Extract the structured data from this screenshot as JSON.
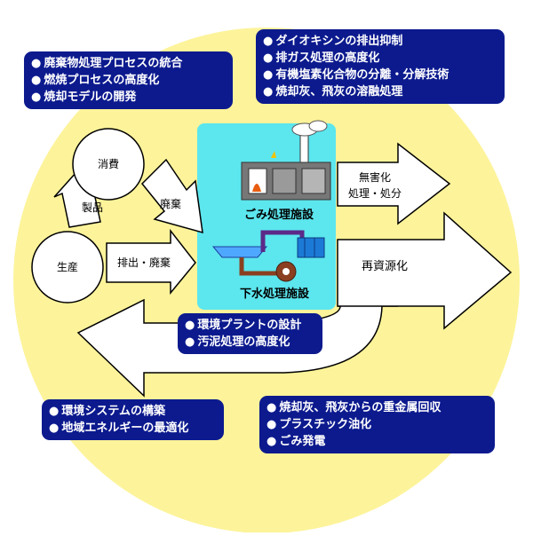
{
  "nodes": {
    "consumption": "消費",
    "production": "生産",
    "waste_facility": "ごみ処理施設",
    "sewage_facility": "下水処理施設"
  },
  "arrows": {
    "products": "製品",
    "disposal": "廃棄",
    "discharge": "排出・廃棄",
    "detox_line1": "無害化",
    "detox_line2": "処理・処分",
    "recycle": "再資源化"
  },
  "boxes": {
    "top_left": [
      "廃棄物処理プロセスの統合",
      "燃焼プロセスの高度化",
      "焼却モデルの開発"
    ],
    "top_right": [
      "ダイオキシンの排出抑制",
      "排ガス処理の高度化",
      "有機塩素化合物の分離・分解技術",
      "焼却灰、飛灰の溶融処理"
    ],
    "center": [
      "環境プラントの設計",
      "汚泥処理の高度化"
    ],
    "bottom_left": [
      "環境システムの構築",
      "地域エネルギーの最適化"
    ],
    "bottom_right": [
      "焼却灰、飛灰からの重金属回収",
      "プラスチック油化",
      "ごみ発電"
    ]
  },
  "colors": {
    "background_circle": "#fdf39a",
    "facility_panel": "#5ce6ee",
    "label_box": "#0c1a8e",
    "arrow_fill": "#ffffff",
    "outline": "#000000"
  }
}
